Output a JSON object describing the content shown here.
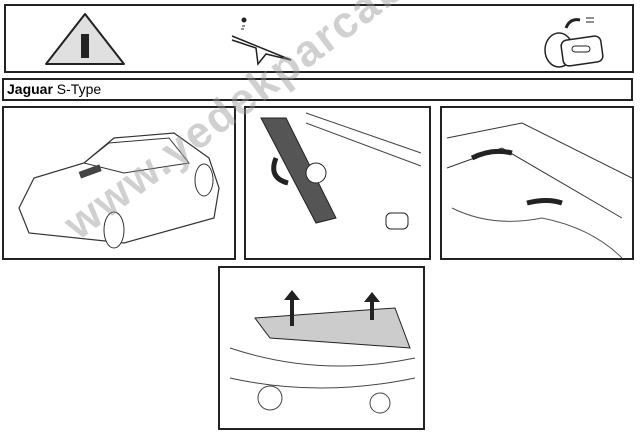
{
  "header": {
    "icons": [
      "warning-icon",
      "wiper-blade-icon",
      "ignition-key-icon"
    ]
  },
  "title": {
    "make": "Jaguar",
    "model": " S-Type"
  },
  "watermark": "www.yedekparcabizde.com"
}
